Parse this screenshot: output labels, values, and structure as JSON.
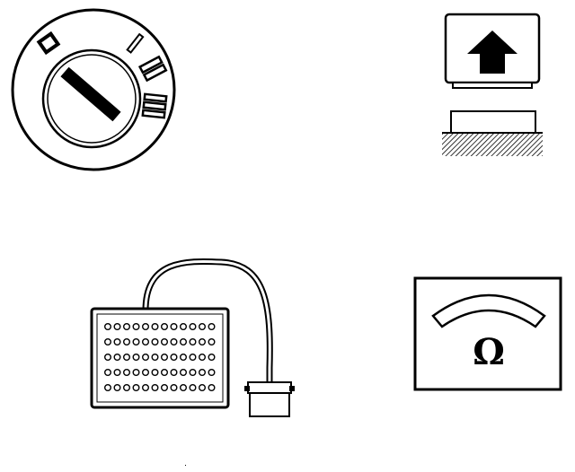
{
  "icons": {
    "ignition": "ignition-switch-icon",
    "button": "push-button-icon",
    "breakout": "breakout-box-icon",
    "meter": "ohmmeter-icon"
  },
  "ohmmeter": {
    "symbol": "Ω"
  },
  "breakout_box": {
    "pin_rows": 5,
    "pins_per_row": 12
  },
  "colors": {
    "ink": "#000000",
    "paper": "#ffffff"
  }
}
